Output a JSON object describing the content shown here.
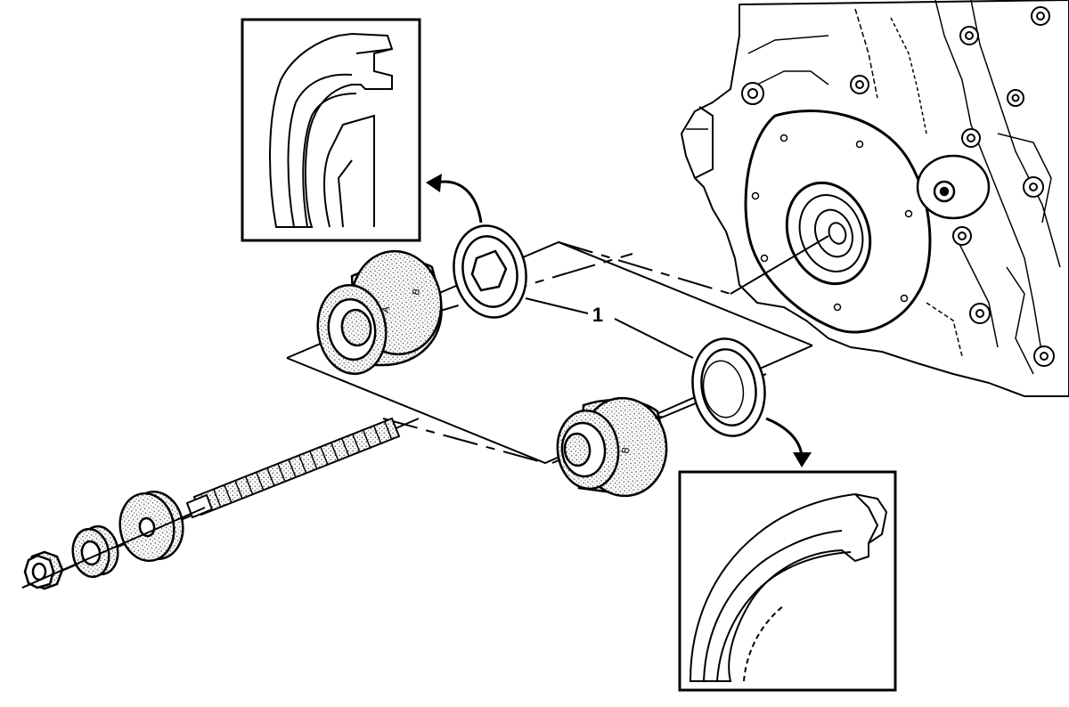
{
  "diagram": {
    "callouts": [
      {
        "id": "seal-pair",
        "label": "1"
      }
    ],
    "tool_marks": {
      "letter_a": "A",
      "letter_b": "B"
    },
    "colors": {
      "line": "#000000",
      "background": "#ffffff",
      "stipple": "#bdbdbd"
    }
  }
}
